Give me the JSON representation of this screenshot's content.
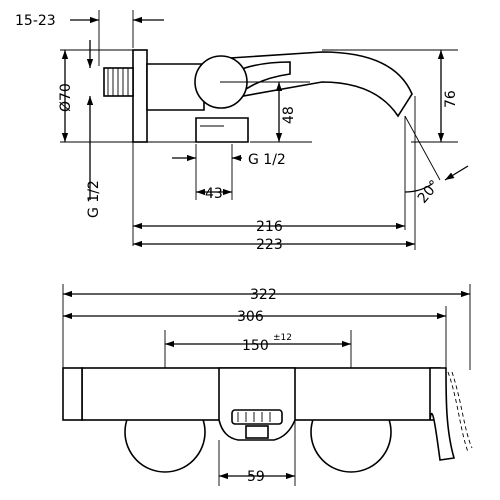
{
  "side_view": {
    "dim_15_23": "15-23",
    "dim_diameter": "Ø70",
    "dim_48": "48",
    "dim_76": "76",
    "thread_left": "G 1/2",
    "thread_right": "G 1/2",
    "dim_43": "43",
    "angle_20": "20°",
    "dim_216": "216",
    "dim_223": "223"
  },
  "front_view": {
    "dim_322": "322",
    "dim_306": "306",
    "dim_150": "150",
    "tolerance_150": "±12",
    "dim_59": "59"
  }
}
